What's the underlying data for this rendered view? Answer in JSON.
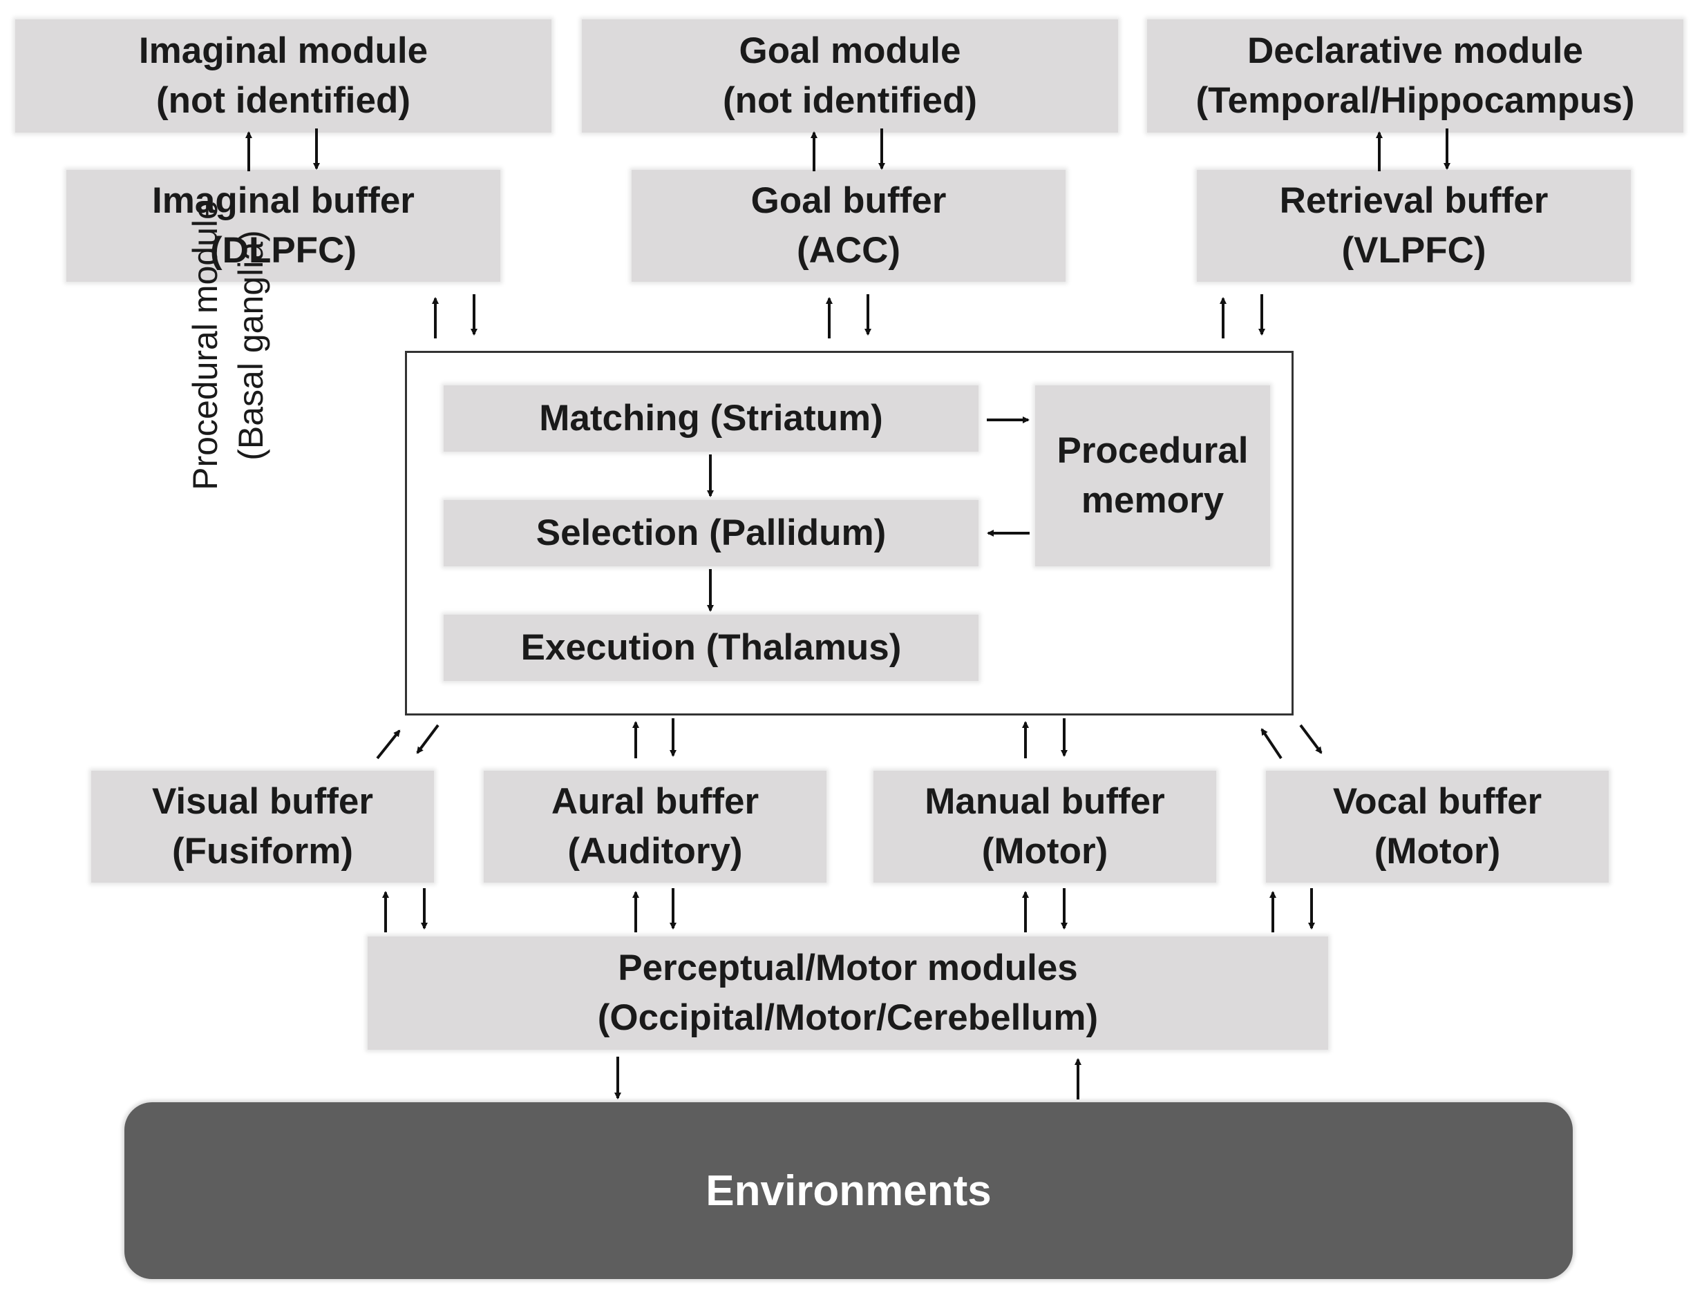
{
  "modules": {
    "imaginal": {
      "line1": "Imaginal module",
      "line2": "(not identified)"
    },
    "goal": {
      "line1": "Goal module",
      "line2": "(not identified)"
    },
    "declarative": {
      "line1": "Declarative module",
      "line2": "(Temporal/Hippocampus)"
    }
  },
  "buffers_top": {
    "imaginal": {
      "line1": "Imaginal buffer",
      "line2": "(DLPFC)"
    },
    "goal": {
      "line1": "Goal buffer",
      "line2": "(ACC)"
    },
    "retrieval": {
      "line1": "Retrieval buffer",
      "line2": "(VLPFC)"
    }
  },
  "procedural": {
    "label_line1": "Procedural module",
    "label_line2": "(Basal ganglia)",
    "matching": "Matching (Striatum)",
    "selection": "Selection (Pallidum)",
    "execution": "Execution (Thalamus)",
    "memory_line1": "Procedural",
    "memory_line2": "memory"
  },
  "buffers_bottom": {
    "visual": {
      "line1": "Visual buffer",
      "line2": "(Fusiform)"
    },
    "aural": {
      "line1": "Aural buffer",
      "line2": "(Auditory)"
    },
    "manual": {
      "line1": "Manual buffer",
      "line2": "(Motor)"
    },
    "vocal": {
      "line1": "Vocal buffer",
      "line2": "(Motor)"
    }
  },
  "perceptual_motor": {
    "line1": "Perceptual/Motor modules",
    "line2": "(Occipital/Motor/Cerebellum)"
  },
  "environment": {
    "label": "Environments"
  },
  "colors": {
    "box_fill": "#dcdadb",
    "environment_fill": "#5e5e5e",
    "arrow": "#111111"
  }
}
